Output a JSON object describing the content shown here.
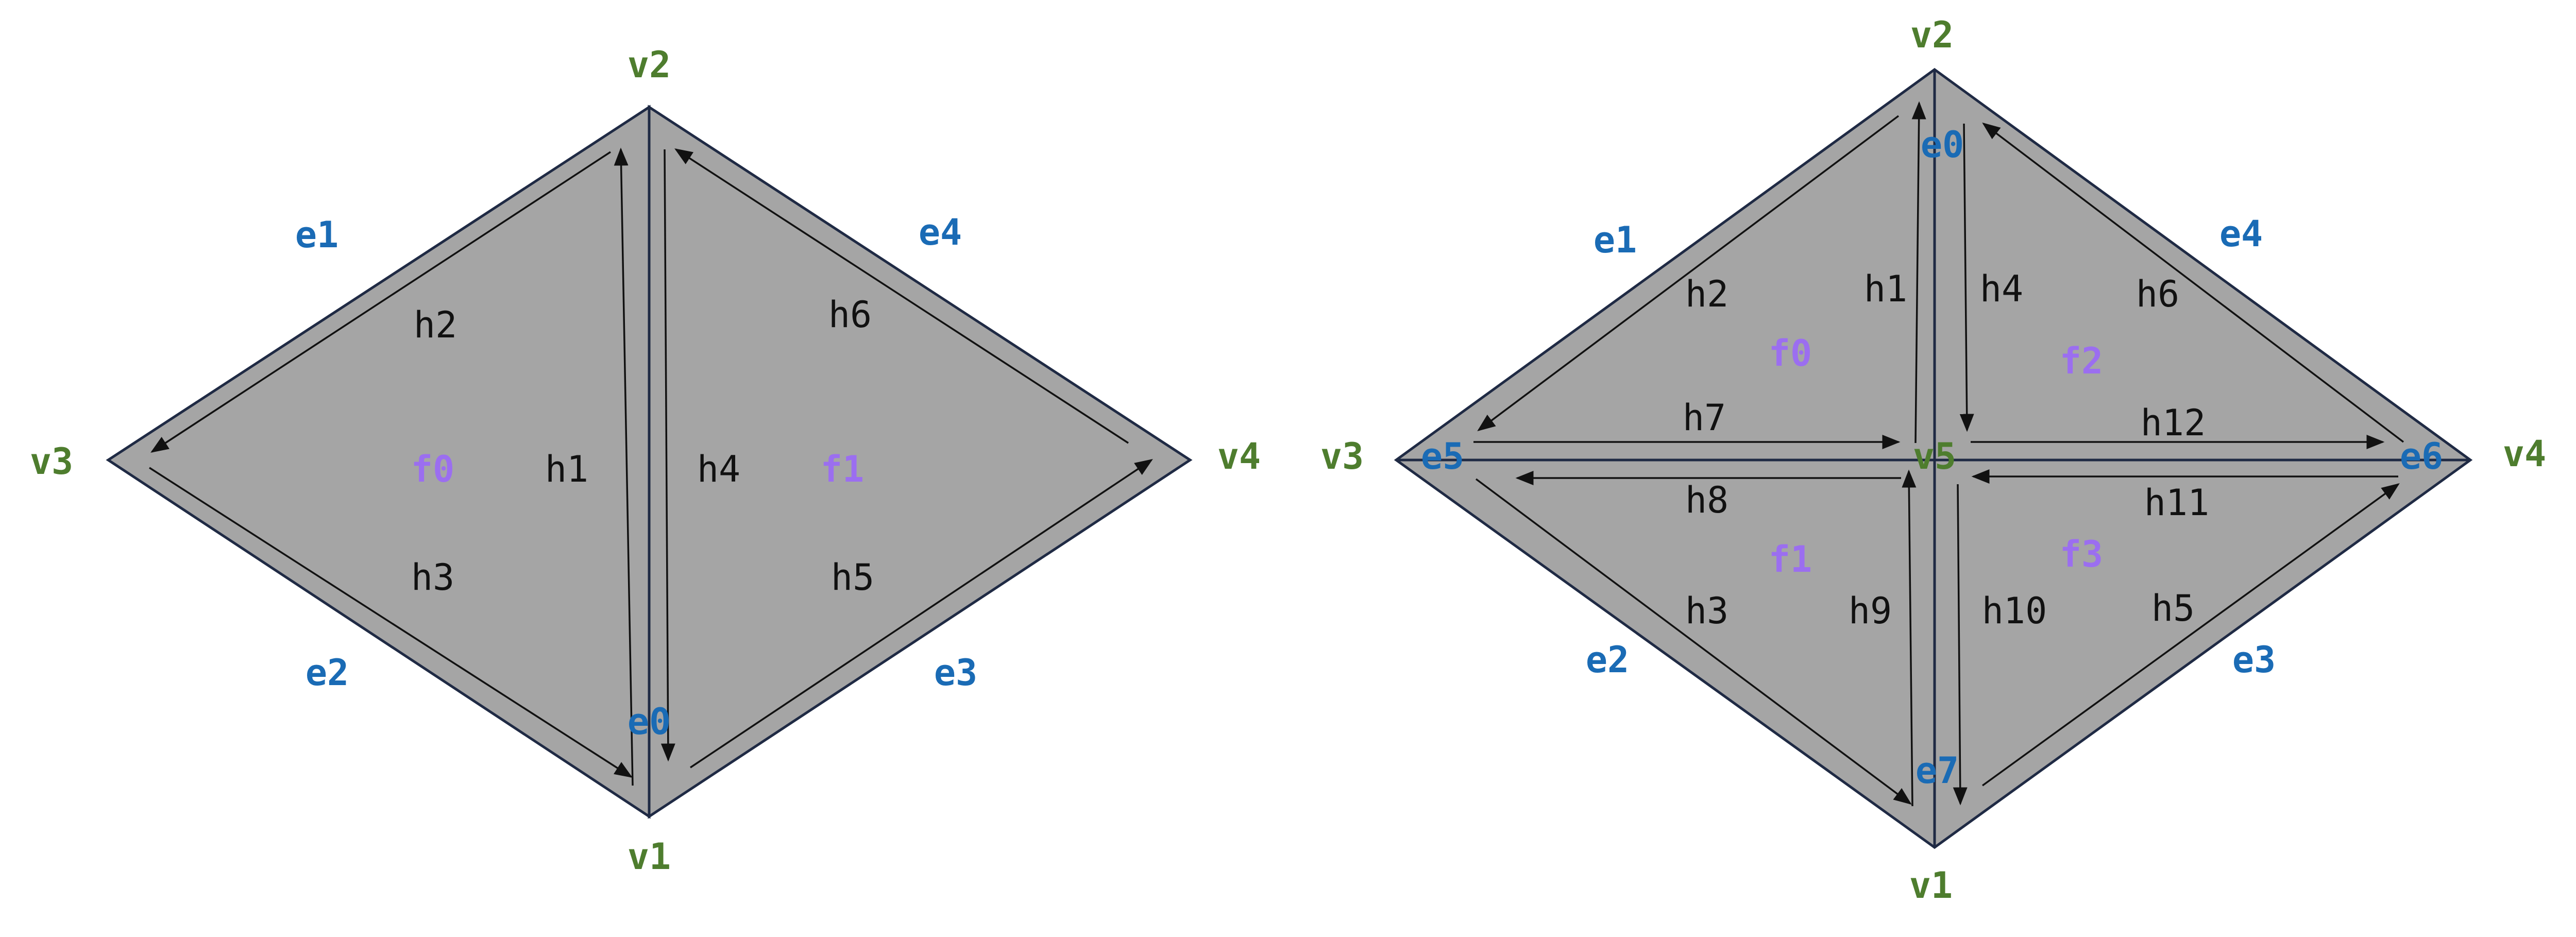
{
  "colors": {
    "face_fill": "#a5a5a5",
    "edge_stroke": "#1f2a44",
    "halfedge": "#111111",
    "vertex_label": "#4e7d2e",
    "edge_label": "#1a6bb5",
    "face_label": "#9b6ef0",
    "halfedge_label": "#111111"
  },
  "left": {
    "vertices": [
      "v1",
      "v2",
      "v3",
      "v4"
    ],
    "edges": [
      "e0",
      "e1",
      "e2",
      "e3",
      "e4"
    ],
    "faces": [
      "f0",
      "f1"
    ],
    "halfedges": [
      "h1",
      "h2",
      "h3",
      "h4",
      "h5",
      "h6"
    ]
  },
  "right": {
    "vertices": [
      "v1",
      "v2",
      "v3",
      "v4",
      "v5"
    ],
    "edges": [
      "e0",
      "e1",
      "e2",
      "e3",
      "e4",
      "e5",
      "e6",
      "e7"
    ],
    "faces": [
      "f0",
      "f1",
      "f2",
      "f3"
    ],
    "halfedges": [
      "h1",
      "h2",
      "h3",
      "h4",
      "h5",
      "h6",
      "h7",
      "h8",
      "h9",
      "h10",
      "h11",
      "h12"
    ]
  }
}
